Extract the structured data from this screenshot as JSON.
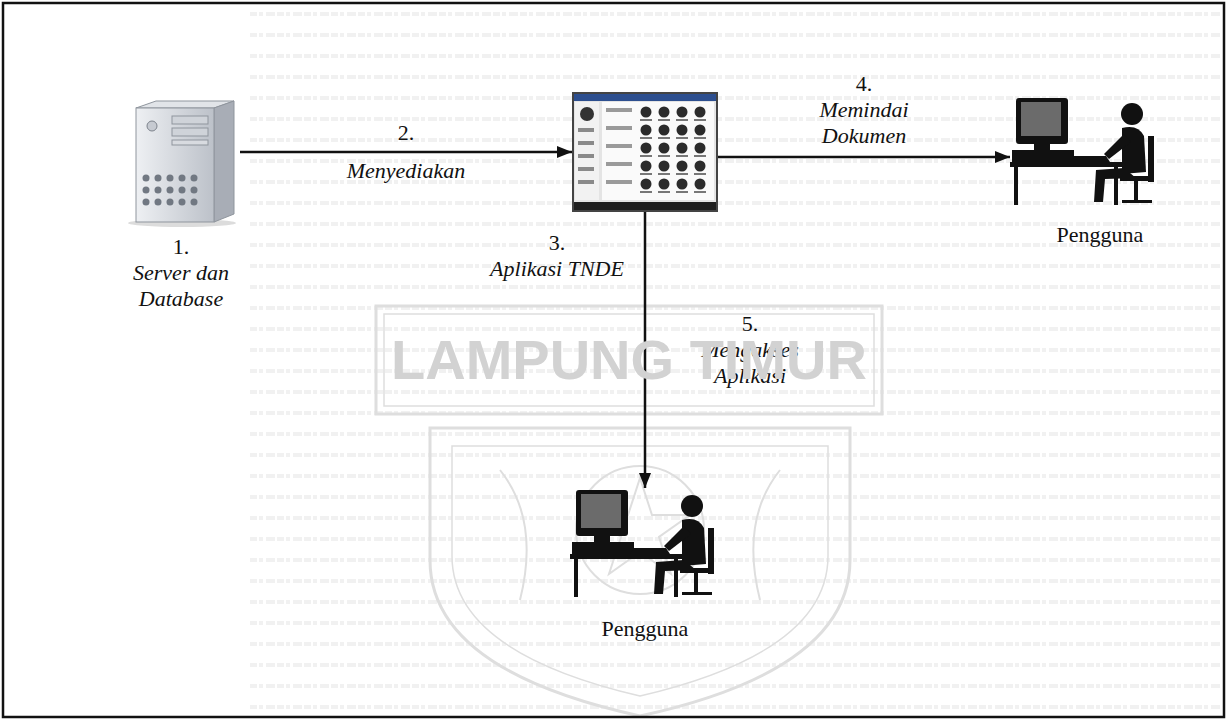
{
  "diagram": {
    "nodes": [
      {
        "text": [
          "1. Server dan Database"
        ]
      },
      {
        "text": [
          "3. Aplikasi TNDE"
        ]
      },
      {
        "text": [
          "Pengguna"
        ]
      },
      {
        "text": [
          "Pengguna"
        ]
      }
    ],
    "edges": [
      {
        "from": 0,
        "to": 1,
        "arrow": "to",
        "label": "2. Menyediakan"
      },
      {
        "from": 1,
        "to": 2,
        "arrow": "to",
        "label": "4. Memindai Dokumen"
      },
      {
        "from": 1,
        "to": 3,
        "arrow": "to",
        "label": "5. Mengakses Aplikasi"
      }
    ],
    "labels": [
      "LAMPUNG TIMUR"
    ]
  }
}
